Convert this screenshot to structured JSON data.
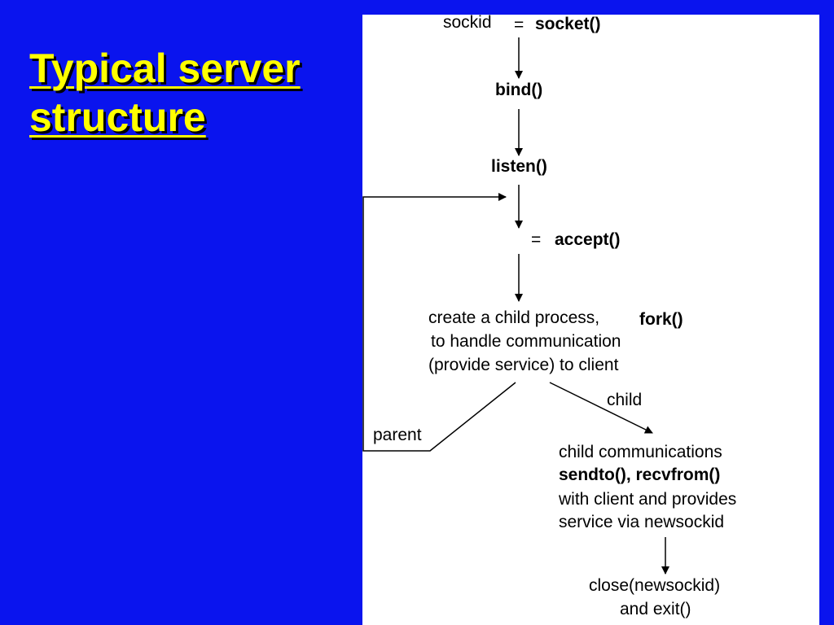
{
  "slide": {
    "title_line1": "Typical server",
    "title_line2": "structure"
  },
  "diagram": {
    "sockid_label": "sockid",
    "socket_eq": "=",
    "socket_call": "socket()",
    "bind_call": "bind()",
    "listen_call": "listen()",
    "accept_eq": "=",
    "accept_call": "accept()",
    "fork_text": "create a child process,",
    "fork_call": "fork()",
    "fork_line2": "to handle communication",
    "fork_line3": "(provide service) to client",
    "child_label": "child",
    "parent_label": "parent",
    "child_comm_line1": "child communications",
    "child_comm_calls": "sendto(), recvfrom()",
    "child_comm_line3": "with client and provides",
    "child_comm_line4": "service via newsockid",
    "close_line1": "close(newsockid)",
    "close_line2": "and exit()"
  }
}
